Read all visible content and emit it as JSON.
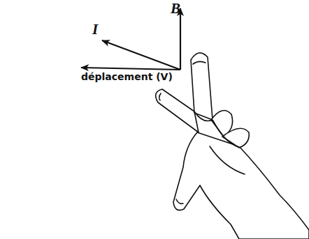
{
  "diagram": {
    "labels": [
      "B",
      "I",
      "déplacement (V)"
    ]
  }
}
